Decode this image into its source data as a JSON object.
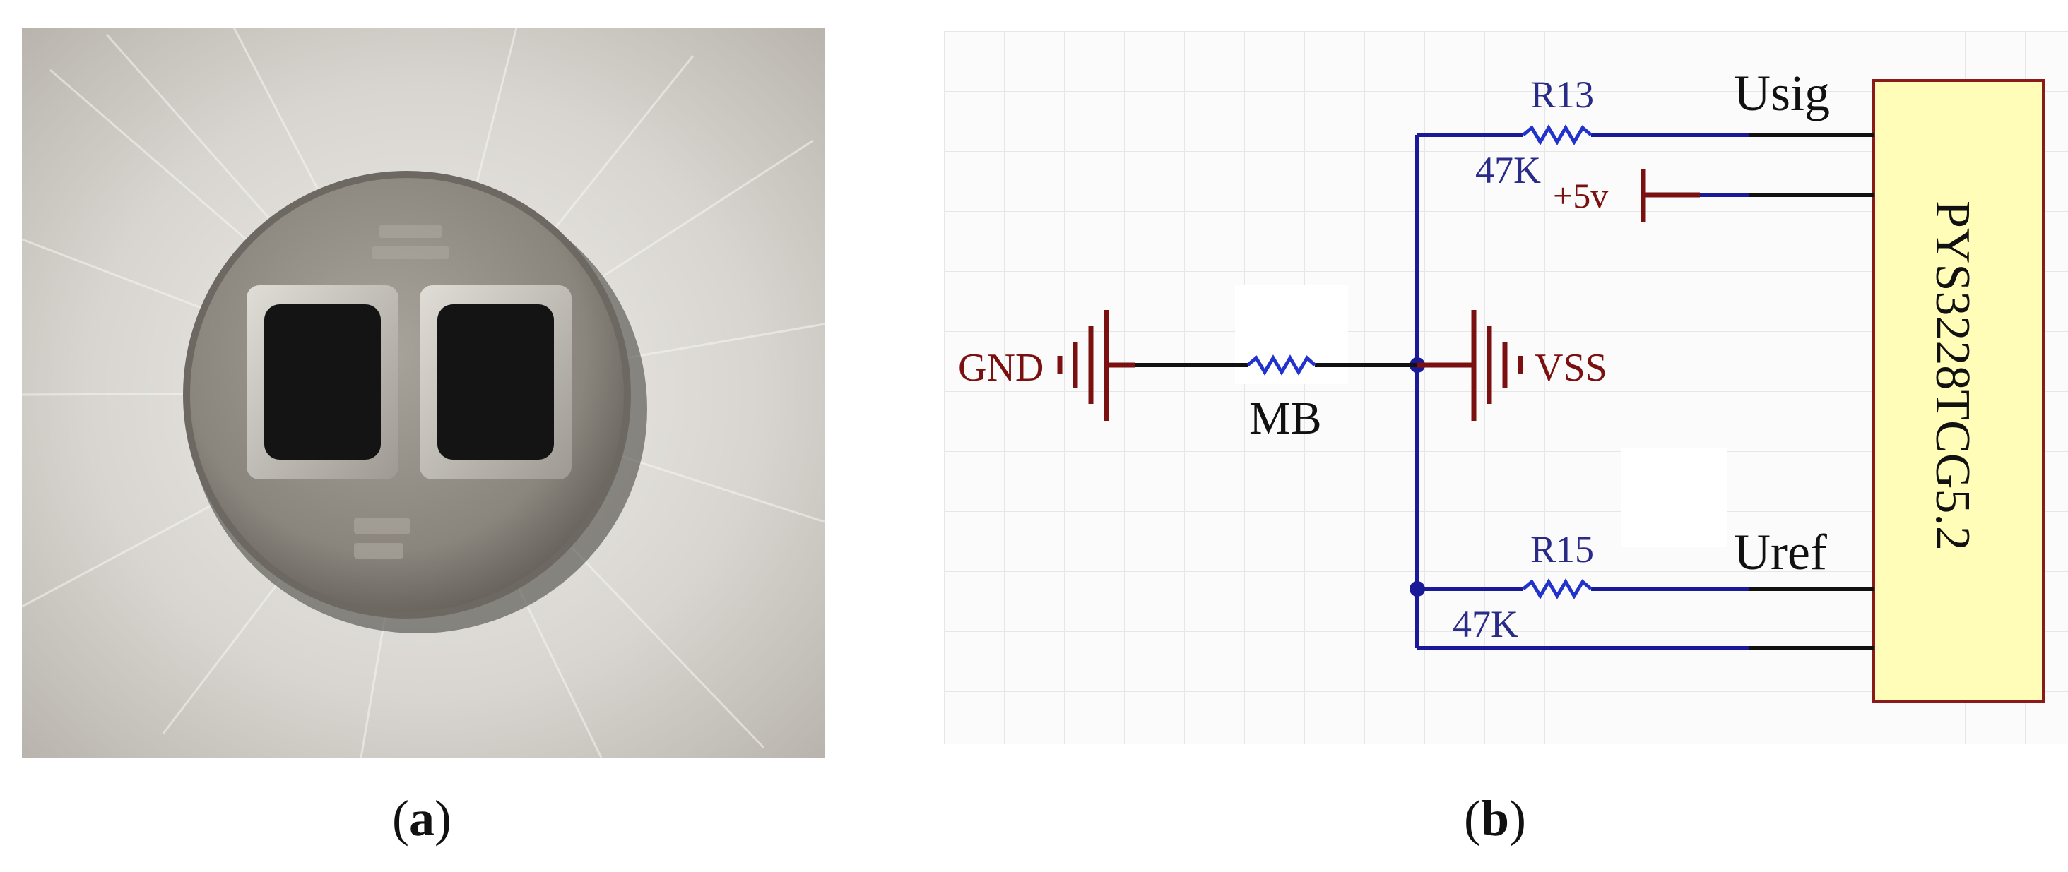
{
  "panels": {
    "a": {
      "caption_letter": "a",
      "photo_description_colors": {
        "background": "#d9d6d1",
        "body": "#8f8a83",
        "window": "#141414",
        "frame": "#c9c5be"
      }
    },
    "b": {
      "caption_letter": "b",
      "component": {
        "part_number": "PYS3228TCG5.2",
        "pins": [
          "Usig",
          "+5v",
          "Uref",
          ""
        ]
      },
      "resistors": [
        {
          "ref": "R13",
          "value": "47K"
        },
        {
          "ref": "R15",
          "value": "47K"
        },
        {
          "ref": "",
          "value": "MB"
        }
      ],
      "power": {
        "gnd": "GND",
        "vss": "VSS",
        "vcc": "+5v"
      },
      "nets": {
        "usig": "Usig",
        "uref": "Uref"
      },
      "colors": {
        "wire": "#1a1a99",
        "pin_wire": "#111111",
        "power_symbol": "#7a1010",
        "resistor": "#2233cc",
        "label_blue": "#2a2a88",
        "label_red": "#7a1010",
        "component_fill": "#fffdb8",
        "component_border": "#8b1a1a",
        "grid": "#e6e6e6"
      }
    }
  }
}
